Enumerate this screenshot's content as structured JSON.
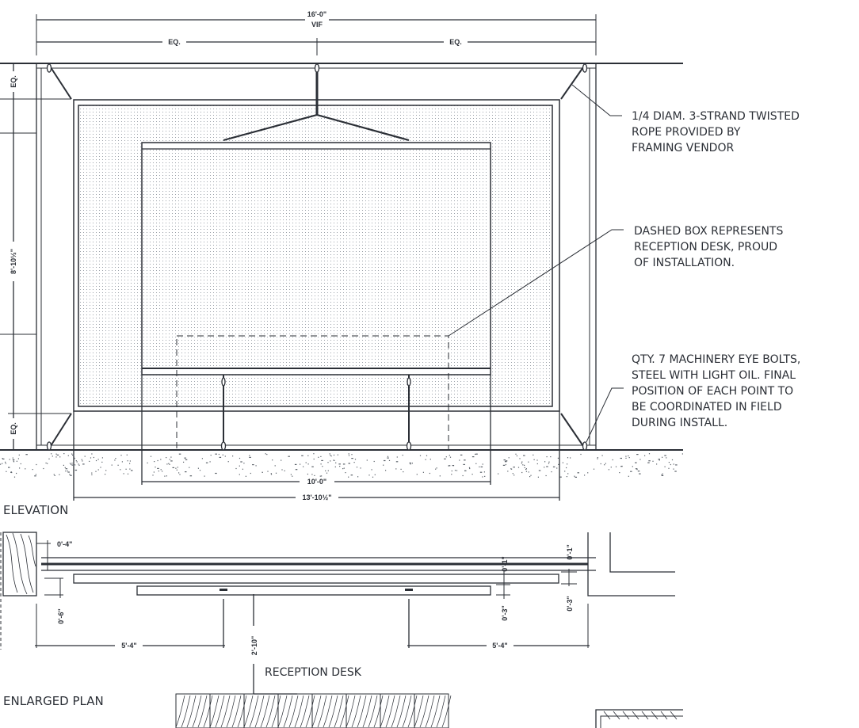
{
  "colors": {
    "ink": "#2b2f36",
    "panel_dots": "#9aa0a8"
  },
  "elevation": {
    "title": "ELEVATION",
    "dims": {
      "overall_width": "16'-0\"",
      "overall_width_note": "VIF",
      "eq_left": "EQ.",
      "eq_right": "EQ.",
      "eq_top": "EQ.",
      "eq_bottom": "EQ.",
      "height": "8'-10½\"",
      "inner_width": "10'-0\"",
      "outer_width": "13'-10½\""
    },
    "notes": {
      "rope": [
        "1/4 DIAM. 3-STRAND TWISTED",
        "ROPE PROVIDED BY",
        "FRAMING VENDOR"
      ],
      "desk": [
        "DASHED BOX REPRESENTS",
        "RECEPTION DESK, PROUD",
        "OF INSTALLATION."
      ],
      "bolts": [
        "QTY. 7 MACHINERY EYE BOLTS,",
        "STEEL WITH LIGHT OIL. FINAL",
        "POSITION OF EACH POINT TO",
        "BE COORDINATED IN FIELD",
        "DURING INSTALL."
      ]
    }
  },
  "plan": {
    "title": "ENLARGED PLAN",
    "desk_label": "RECEPTION DESK",
    "dims": {
      "wall_gap": "0'-4\"",
      "frame_offset_left": "0'-6\"",
      "gap_mid": "0'-1\"",
      "gap_right": "0'-1\"",
      "depth_mid": "0'-3\"",
      "depth_right": "0'-3\"",
      "left_span": "5'-4\"",
      "right_span": "5'-4\"",
      "desk_distance": "2'-10\""
    }
  }
}
